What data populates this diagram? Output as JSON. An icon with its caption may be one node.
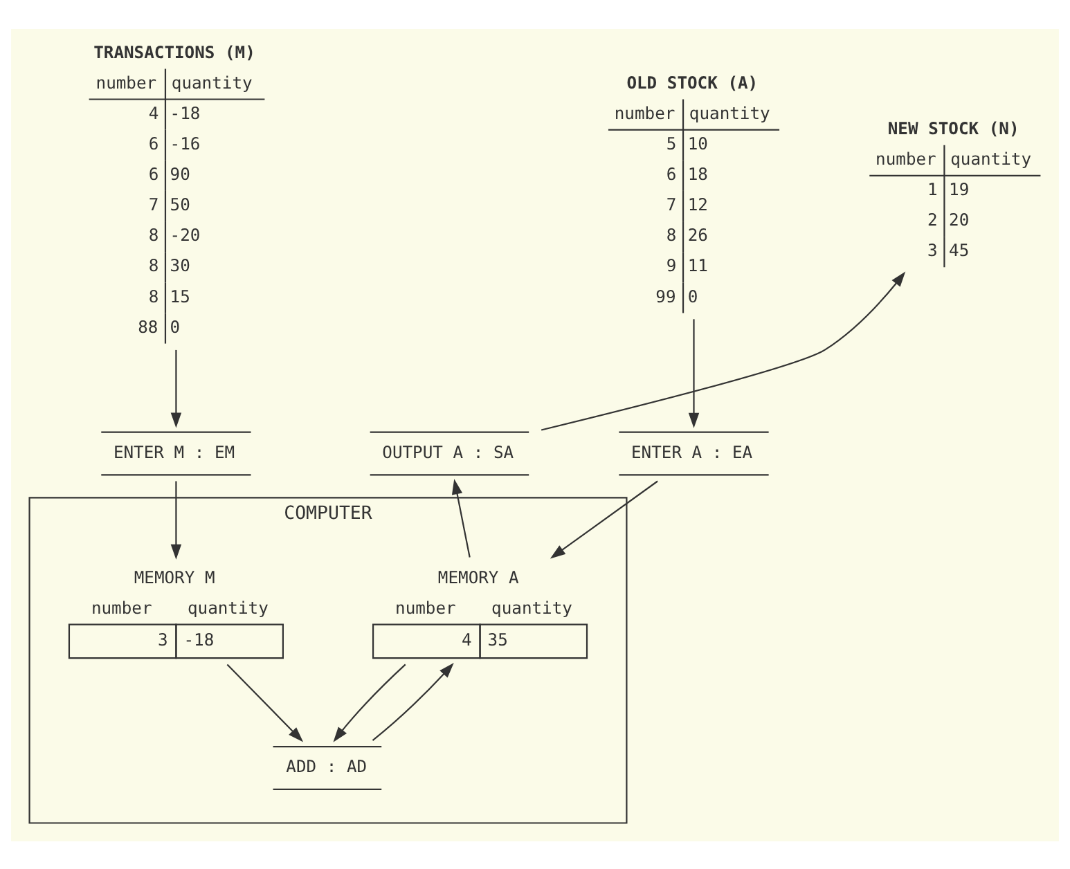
{
  "diagram": {
    "nodes": [
      {
        "text": [
          "OLD STOCK (A)",
          "number",
          "quantity",
          "5",
          "10",
          "6",
          "18",
          "7",
          "12",
          "8",
          "26",
          "9",
          "11",
          "99",
          "0"
        ]
      },
      {
        "text": [
          "TRANSACTIONS (M)",
          "number",
          "quantity",
          "4",
          "-18",
          "6",
          "-16",
          "6",
          "90",
          "7",
          "50",
          "8",
          "-20",
          "8",
          "30",
          "8",
          "15",
          "88",
          "0"
        ]
      },
      {
        "text": [
          "NEW STOCK (N)",
          "number",
          "quantity",
          "1",
          "19",
          "2",
          "20",
          "3",
          "45"
        ]
      },
      {
        "text": [
          "ENTER A : EA"
        ]
      },
      {
        "text": [
          "ENTER M : EM"
        ]
      },
      {
        "text": [
          "OUTPUT A : SA"
        ]
      },
      {
        "text": [
          "COMPUTER"
        ]
      },
      {
        "text": [
          "MEMORY A",
          "number",
          "quantity",
          "4",
          "35"
        ],
        "in": 6
      },
      {
        "text": [
          "MEMORY M",
          "number",
          "quantity",
          "3",
          "-18"
        ],
        "in": 6
      },
      {
        "text": [
          "ADD : AD"
        ],
        "in": 6
      }
    ],
    "edges": [
      {
        "from": 0,
        "to": 3,
        "arrow": "to"
      },
      {
        "from": 3,
        "to": 7,
        "arrow": "to"
      },
      {
        "from": 1,
        "to": 4,
        "arrow": "to"
      },
      {
        "from": 4,
        "to": 8,
        "arrow": "to"
      },
      {
        "from": 7,
        "to": 9,
        "arrow": "to"
      },
      {
        "from": 8,
        "to": 9,
        "arrow": "to"
      },
      {
        "from": 9,
        "to": 7,
        "arrow": "to"
      },
      {
        "from": 7,
        "to": 5,
        "arrow": "to"
      },
      {
        "from": 5,
        "to": 2,
        "arrow": "to"
      }
    ]
  }
}
